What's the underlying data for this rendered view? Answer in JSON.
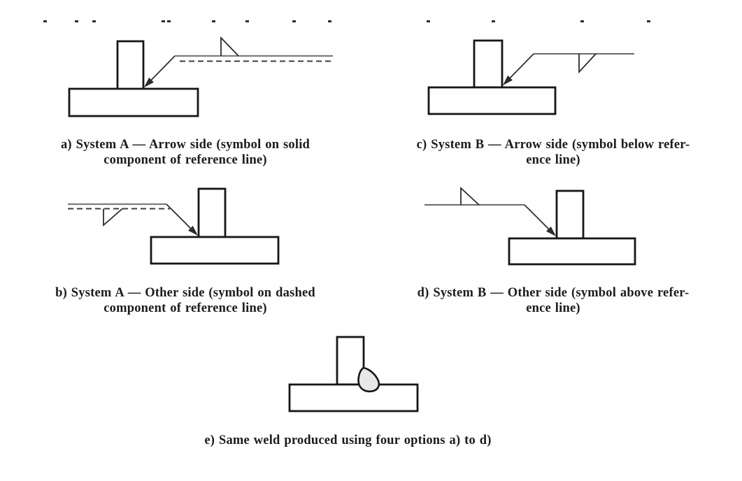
{
  "top_cropped_line": {
    "fragment_x_positions": [
      62,
      107,
      132,
      231,
      239,
      303,
      351,
      418,
      469,
      610,
      703,
      830,
      925
    ]
  },
  "panels": {
    "a": {
      "caption_line1": "a) System A — Arrow side (symbol on solid",
      "caption_line2": "component of reference line)"
    },
    "b": {
      "caption_line1": "b) System A — Other side (symbol on dashed",
      "caption_line2": "component of reference line)"
    },
    "c": {
      "caption_line1": "c) System B — Arrow side (symbol below refer-",
      "caption_line2": "ence line)"
    },
    "d": {
      "caption_line1": "d) System B — Other side (symbol above refer-",
      "caption_line2": "ence line)"
    },
    "e": {
      "caption_line1": "e) Same weld produced using four options a) to d)"
    }
  },
  "colors": {
    "plate_outline": "#161616",
    "reference_line_solid": "#7d7d7d",
    "identification_line_dashed": "#3d3d3d",
    "system_b_reference_line": "#555555",
    "symbol_and_arrow": "#2c2c2c",
    "weld_bead_fill": "#e7e7e7",
    "caption_text": "#1c1c1e"
  }
}
